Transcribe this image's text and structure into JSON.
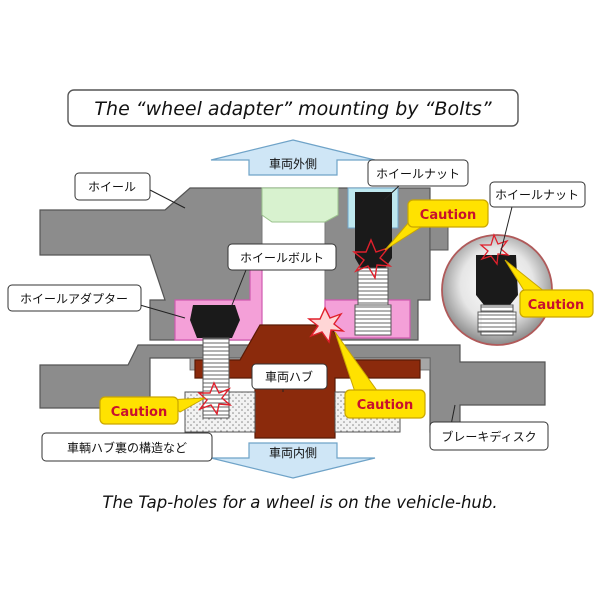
{
  "title": "The “wheel adapter” mounting by “Bolts”",
  "caption": "The Tap-holes for a wheel is on the vehicle-hub.",
  "labels": {
    "outer_side": "車両外側",
    "inner_side": "車両内側",
    "wheel": "ホイール",
    "wheel_nut": "ホイールナット",
    "wheel_nut_zoom": "ホイールナット",
    "wheel_bolt": "ホイールボルト",
    "wheel_adapter": "ホイールアダプター",
    "hub": "車両ハブ",
    "hub_back": "車輌ハブ裏の構造など",
    "brake_disc": "ブレーキディスク"
  },
  "caution": "Caution",
  "colors": {
    "wheel": "#8c8c8c",
    "hub": "#8b2a0c",
    "adapter": "#f4a0d8",
    "arrow": "#cfe6f6",
    "caution_fill": "#ffe200",
    "bolt": "#1a1a1a"
  }
}
